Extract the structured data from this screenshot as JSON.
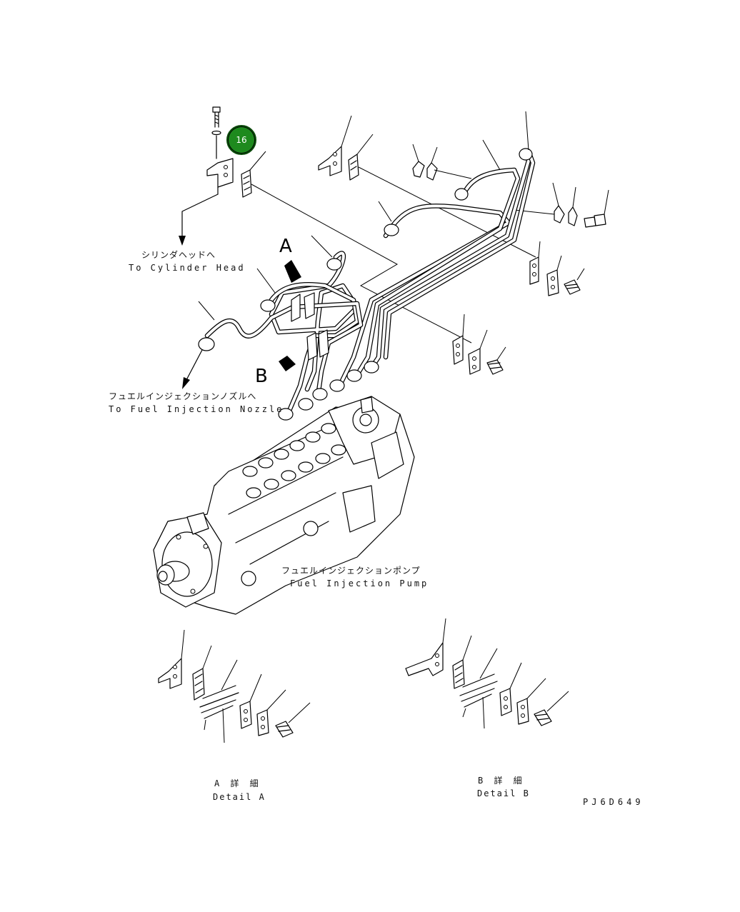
{
  "callout": {
    "number": "16"
  },
  "labels": {
    "cylinder_head_jp": "シリンダヘッドへ",
    "cylinder_head_en": "To Cylinder Head",
    "nozzle_jp": "フュエルインジェクションノズルへ",
    "nozzle_en": "To Fuel Injection Nozzle",
    "pump_jp": "フュエルインジェクションポンプ",
    "pump_en": "Fuel Injection Pump",
    "view_a": "A",
    "view_b": "B",
    "detail_a_jp": "A 詳 細",
    "detail_a_en": "Detail A",
    "detail_b_jp": "B 詳 細",
    "detail_b_en": "Detail B",
    "drawing_code": "PJ6D649"
  }
}
